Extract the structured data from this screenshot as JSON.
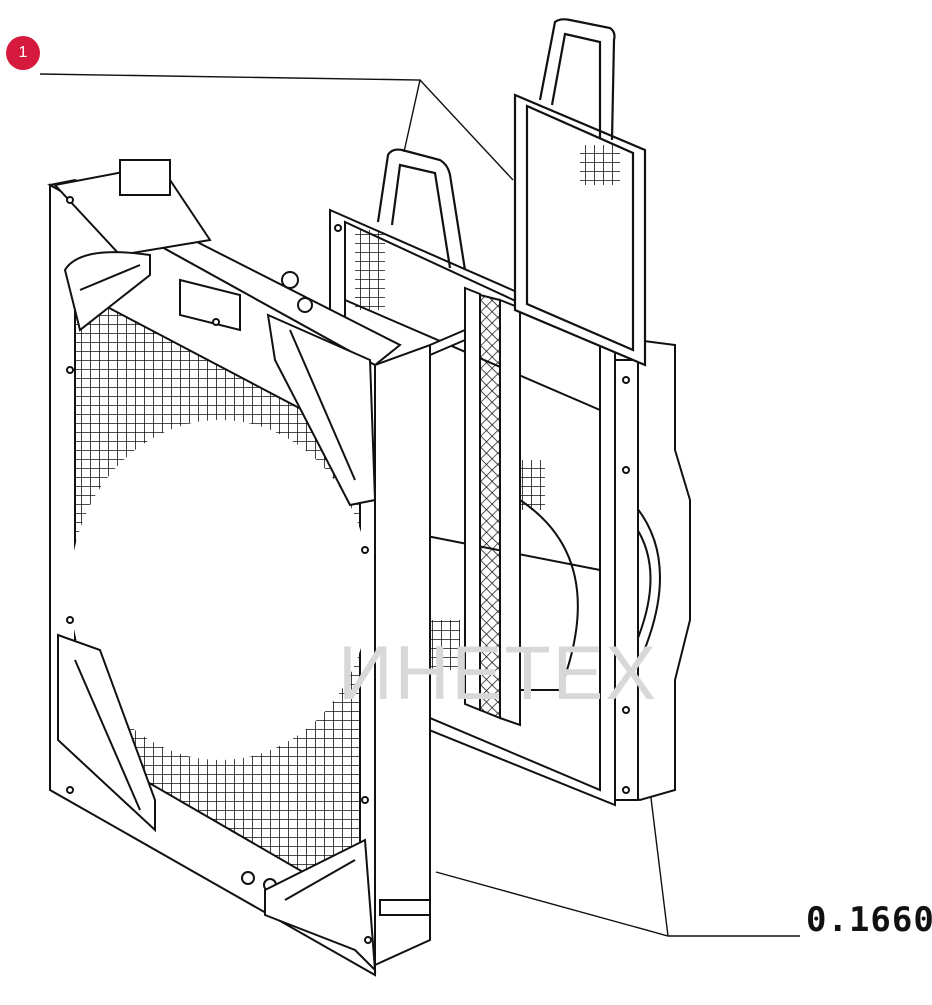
{
  "callout": {
    "number": "1"
  },
  "part_number": "0.1660",
  "watermark": {
    "text": "ИНЕТЕХ",
    "color": "#e8262f"
  },
  "colors": {
    "line": "#111111",
    "badge": "#d51a3d"
  }
}
